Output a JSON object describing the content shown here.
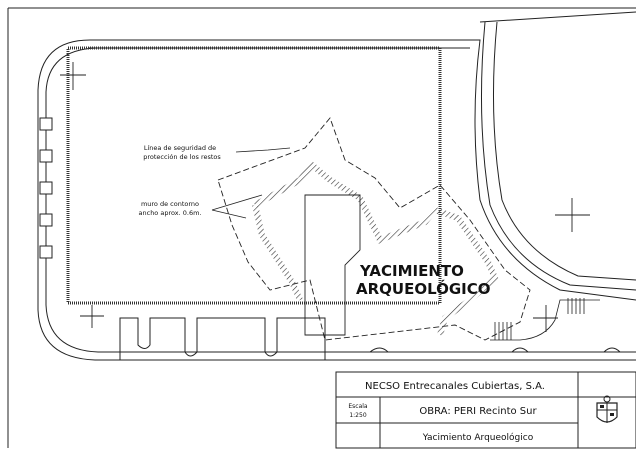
{
  "annotations": {
    "safety_line": [
      "Línea de seguridad de",
      "protección de los restos"
    ],
    "contour_wall": [
      "muro de contorno",
      "ancho aprox. 0.6m."
    ]
  },
  "site_label": [
    "YACIMIENTO",
    "ARQUEOLÓGICO"
  ],
  "title_block": {
    "company": "NECSO Entrecanales Cubiertas, S.A.",
    "scale_label": "Escala",
    "scale_value": "1:250",
    "project": "OBRA: PERI Recinto Sur",
    "drawing": "Yacimiento Arqueológico",
    "emblem": "municipal-coat-of-arms"
  }
}
